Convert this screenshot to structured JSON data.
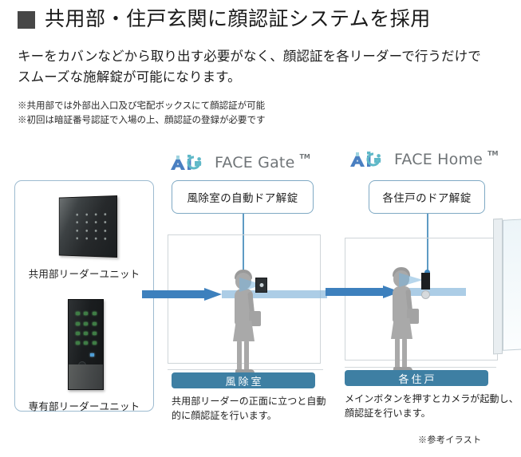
{
  "header": {
    "bullet_color": "#474747",
    "title": "共用部・住戸玄関に顔認証システムを採用",
    "lead_lines": [
      "キーをカバンなどから取り出す必要がなく、顔認証を各リーダーで行うだけで",
      "スムーズな施解錠が可能になります。"
    ],
    "notes": [
      "※共用部では外部出入口及び宅配ボックスにて顔認証が可能",
      "※初回は暗証番号認証で入場の上、顔認証の登録が必要です"
    ]
  },
  "device_panel": {
    "devices": [
      {
        "caption": "共用部リーダーユニット"
      },
      {
        "caption": "専有部リーダーユニット"
      }
    ]
  },
  "logos": [
    {
      "mark": "aig-logo-icon",
      "word": "FACE Gate",
      "tm": "TM"
    },
    {
      "mark": "aig-logo-icon",
      "word": "FACE Home",
      "tm": "TM"
    }
  ],
  "callouts": [
    {
      "label": "風除室の自動ドア解錠"
    },
    {
      "label": "各住戸のドア解錠"
    }
  ],
  "captions": [
    {
      "badge": "風除室",
      "lines": [
        "共用部リーダーの正面に立つと自動",
        "的に顔認証を行います。"
      ]
    },
    {
      "badge": "各住戸",
      "lines": [
        "メインボタンを押すとカメラが起動し、",
        "顔認証を行います。"
      ]
    }
  ],
  "reference_note": "※参考イラスト",
  "colors": {
    "arrow_blue": "#3d80bd",
    "arrow_band_blue": "#8cbadd",
    "badge_blue": "#3e7fa3",
    "callout_border": "#7fa9c4",
    "panel_border": "#9dbbd0",
    "logo_gray": "#6f7477",
    "logo_blue": "#4a7fc1",
    "logo_teal": "#5fb8c8",
    "silhouette_gray": "#a9a9a9"
  }
}
